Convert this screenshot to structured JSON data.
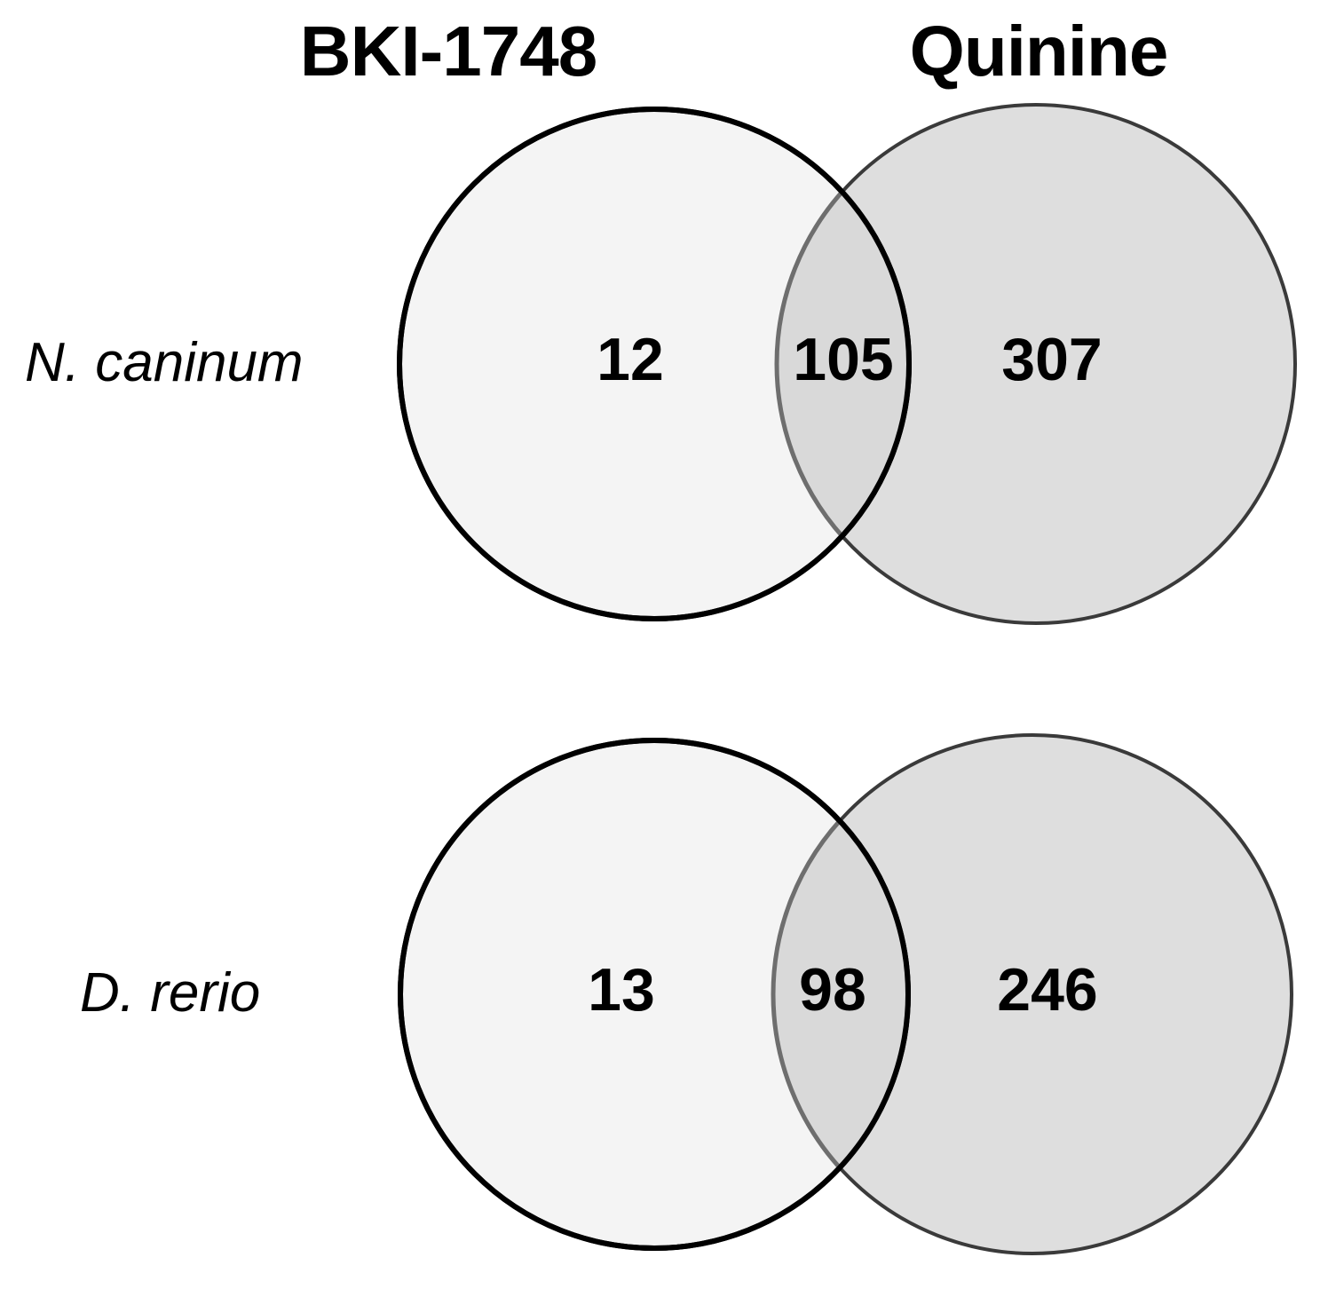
{
  "figure": {
    "type": "venn-diagram-grid",
    "background_color": "#FFFFFF",
    "set_titles": {
      "left": "BKI-1748",
      "right": "Quinine"
    },
    "colors": {
      "left_circle_fill": "#F4F4F4",
      "right_circle_fill": "#DEDEDE",
      "intersection_fill": "#D9D9D9",
      "stroke": "#000000",
      "text": "#000000"
    }
  },
  "chart_data": {
    "type": "venn",
    "title": "",
    "sets": [
      "BKI-1748",
      "Quinine"
    ],
    "rows": [
      {
        "row_label": "N. caninum",
        "left_only": 12,
        "intersection": 105,
        "right_only": 307
      },
      {
        "row_label": "D. rerio",
        "left_only": 13,
        "intersection": 98,
        "right_only": 246
      }
    ],
    "legend": "none",
    "grid": false
  },
  "rows": [
    {
      "label": "N. caninum",
      "left_count": "12",
      "intersection_count": "105",
      "right_count": "307"
    },
    {
      "label": "D. rerio",
      "left_count": "13",
      "intersection_count": "98",
      "right_count": "246"
    }
  ]
}
